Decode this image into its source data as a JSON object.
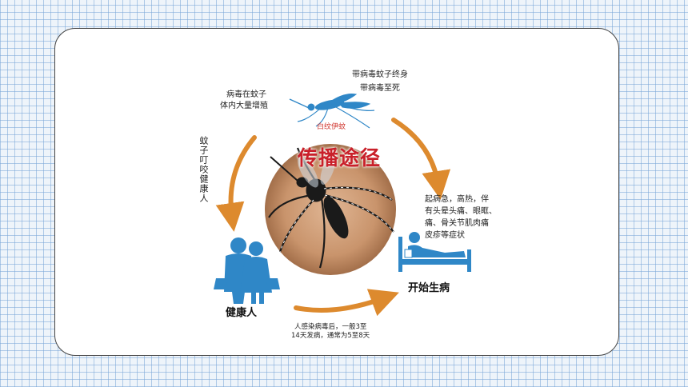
{
  "diagram": {
    "title": "传播途径",
    "labels": {
      "mosquito_lifelong": "带病毒蚊子终身",
      "mosquito_until_death": "带病毒至死",
      "virus_multiply_line1": "病毒在蚊子",
      "virus_multiply_line2": "体内大量增殖",
      "mosquito_species": "白纹伊蚊",
      "bite_healthy": "蚊子叮咬健康人",
      "symptoms_line1": "起病急，高热，伴",
      "symptoms_line2": "有头晕头痛、眼眶、",
      "symptoms_line3": "痛、骨关节肌肉痛",
      "symptoms_line4": "皮疹等症状",
      "start_sick": "开始生病",
      "healthy_person": "健康人",
      "incubation_line1": "人感染病毒后，一般3至",
      "incubation_line2": "14天发病，通常为5至8天"
    },
    "icons": [
      "mosquito-icon",
      "healthy-people-icon",
      "sick-person-bed-icon"
    ],
    "colors": {
      "title": "#c9202a",
      "arrows": "#dd8a2e",
      "icons": "#2f87c7",
      "species_label": "#d0342c"
    }
  }
}
